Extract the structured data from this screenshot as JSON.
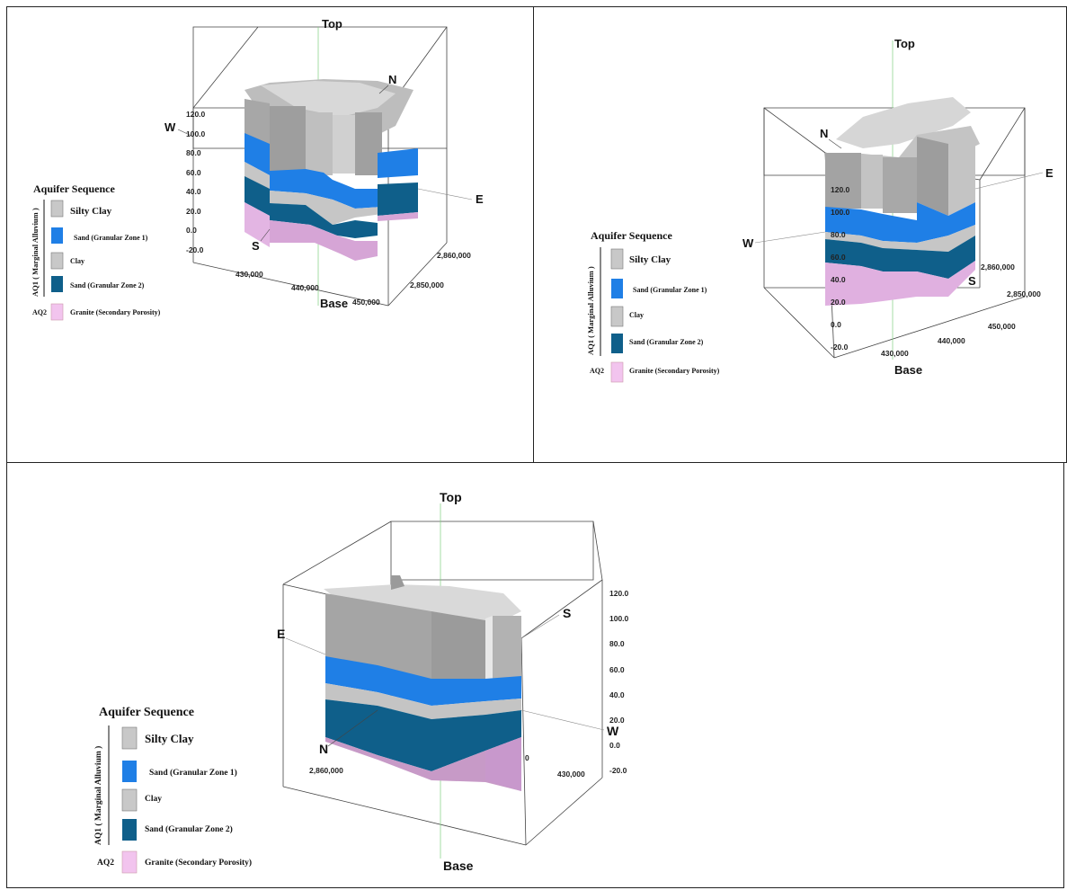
{
  "panels": [
    {
      "id": "panel-1",
      "labels": {
        "top": "Top",
        "base": "Base",
        "n": "N",
        "e": "E",
        "s": "S",
        "w": "W"
      },
      "elevation_ticks": [
        "120.0",
        "100.0",
        "80.0",
        "60.0",
        "40.0",
        "20.0",
        "0.0",
        "-20.0"
      ],
      "easting_ticks": [
        "430,000",
        "440,000",
        "450,000"
      ],
      "northing_ticks": [
        "2,860,000",
        "2,850,000"
      ]
    },
    {
      "id": "panel-2",
      "labels": {
        "top": "Top",
        "base": "Base",
        "n": "N",
        "e": "E",
        "s": "S",
        "w": "W"
      },
      "elevation_ticks": [
        "120.0",
        "100.0",
        "80.0",
        "60.0",
        "40.0",
        "20.0",
        "0.0",
        "-20.0"
      ],
      "easting_ticks": [
        "430,000",
        "440,000",
        "450,000"
      ],
      "northing_ticks": [
        "2,860,000",
        "2,850,000"
      ]
    },
    {
      "id": "panel-3",
      "labels": {
        "top": "Top",
        "base": "Base",
        "n": "N",
        "e": "E",
        "s": "S",
        "w": "W"
      },
      "elevation_ticks": [
        "120.0",
        "100.0",
        "80.0",
        "60.0",
        "40.0",
        "20.0",
        "0.0",
        "-20.0"
      ],
      "easting_ticks": [
        "430,000",
        "0"
      ],
      "northing_ticks": [
        "2,860,000"
      ]
    }
  ],
  "legend": {
    "title": "Aquifer Sequence",
    "group_aq1": "AQ1 ( Marginal Alluvium )",
    "group_aq2": "AQ2",
    "items": [
      {
        "label": "Silty Clay",
        "color": "#c8c8c8"
      },
      {
        "label": "Sand (Granular Zone 1)",
        "color": "#1f7fe6"
      },
      {
        "label": "Clay",
        "color": "#c8c8c8"
      },
      {
        "label": "Sand (Granular Zone 2)",
        "color": "#0f5f8a"
      },
      {
        "label": "Granite (Secondary Porosity)",
        "color": "#f2c4ee"
      }
    ]
  },
  "colors": {
    "silty_clay": "#9c9c9c",
    "sand1": "#1f7fe6",
    "clay": "#c4c4c4",
    "sand2": "#0f5f8a",
    "granite": "#d8a8d8"
  }
}
